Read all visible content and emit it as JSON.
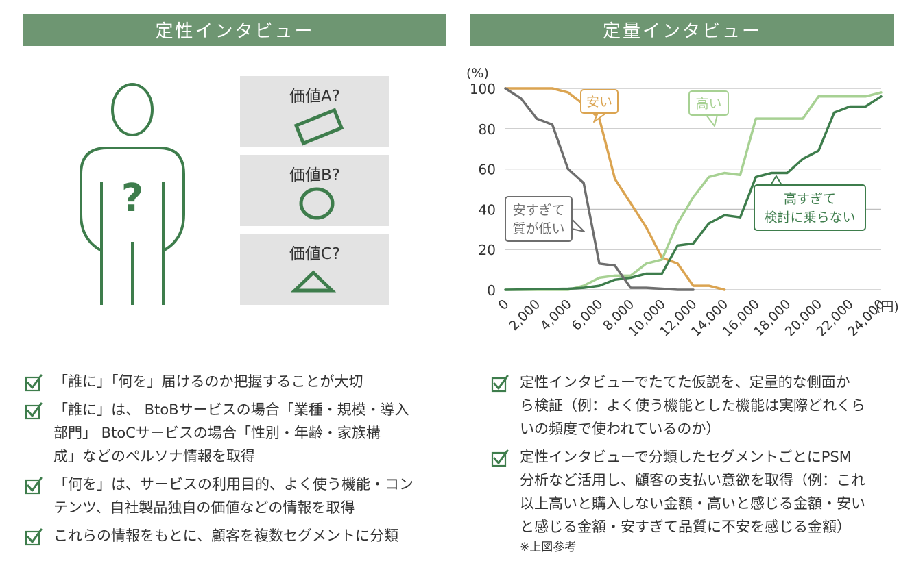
{
  "left_header": "定性インタビュー",
  "right_header": "定量インタビュー",
  "values": [
    {
      "label": "価値A?",
      "shape": "rectangle"
    },
    {
      "label": "価値B?",
      "shape": "circle"
    },
    {
      "label": "価値C?",
      "shape": "triangle"
    }
  ],
  "person_symbol": "?",
  "colors": {
    "header_bg": "#6e9672",
    "dark_green": "#3e7d4c",
    "light_green": "#a7d193",
    "orange": "#dba451",
    "gray": "#6e6e6e",
    "box_bg": "#e3e3e3"
  },
  "chart_data": {
    "type": "line",
    "ylabel": "(%)",
    "xunit": "(円)",
    "xlim": [
      0,
      24000
    ],
    "ylim": [
      0,
      100
    ],
    "yticks": [
      0,
      20,
      40,
      60,
      80,
      100
    ],
    "xticks": [
      "0",
      "2,000",
      "4,000",
      "6,000",
      "8,000",
      "10,000",
      "12,000",
      "14,000",
      "16,000",
      "18,000",
      "20,000",
      "22,000",
      "24,000"
    ],
    "grid": true,
    "series": [
      {
        "name": "安い",
        "color": "#dba451",
        "x": [
          0,
          2000,
          3000,
          4000,
          5000,
          6000,
          7000,
          8000,
          9000,
          10000,
          11000,
          12000,
          13000,
          14000
        ],
        "y": [
          100,
          100,
          100,
          98,
          92,
          85,
          55,
          43,
          31,
          16,
          13,
          2,
          2,
          0
        ]
      },
      {
        "name": "高い",
        "color": "#a7d193",
        "x": [
          0,
          4000,
          5000,
          6000,
          7000,
          8000,
          9000,
          10000,
          11000,
          12000,
          13000,
          14000,
          15000,
          16000,
          17000,
          18000,
          19000,
          20000,
          21000,
          22000,
          23000,
          24000
        ],
        "y": [
          0,
          0,
          2,
          6,
          7,
          7,
          13,
          15,
          33,
          46,
          56,
          58,
          57,
          85,
          85,
          85,
          85,
          96,
          96,
          96,
          96,
          98
        ]
      },
      {
        "name": "高すぎて検討に乗らない",
        "color": "#3e7d4c",
        "x": [
          0,
          4000,
          5000,
          6000,
          7000,
          8000,
          9000,
          10000,
          11000,
          12000,
          13000,
          14000,
          15000,
          16000,
          17000,
          18000,
          19000,
          20000,
          21000,
          22000,
          23000,
          24000
        ],
        "y": [
          0,
          0.5,
          1,
          2,
          5,
          6,
          8,
          8,
          22,
          23,
          33,
          37,
          36,
          56,
          58,
          58,
          65,
          69,
          88,
          91,
          91,
          96
        ]
      },
      {
        "name": "安すぎて質が低い",
        "color": "#6e6e6e",
        "x": [
          0,
          1000,
          2000,
          3000,
          4000,
          5000,
          6000,
          7000,
          8000,
          9000,
          10000,
          11000,
          12000
        ],
        "y": [
          100,
          95,
          85,
          82,
          60,
          53,
          13,
          12,
          1,
          1,
          0.5,
          0,
          0
        ]
      }
    ],
    "callouts": [
      {
        "series": 0,
        "lines": [
          "安い"
        ]
      },
      {
        "series": 1,
        "lines": [
          "高い"
        ]
      },
      {
        "series": 2,
        "lines": [
          "高すぎて",
          "検討に乗らない"
        ]
      },
      {
        "series": 3,
        "lines": [
          "安すぎて",
          "質が低い"
        ]
      }
    ]
  },
  "left_items": [
    [
      "「誰に」「何を」届けるのか把握することが大切"
    ],
    [
      "「誰に」は、 BtoBサービスの場合「業種・規模・導入",
      "部門」 BtoCサービスの場合「性別・年齢・家族構",
      "成」などのペルソナ情報を取得"
    ],
    [
      "「何を」は、サービスの利用目的、よく使う機能・コン",
      "テンツ、自社製品独自の価値などの情報を取得"
    ],
    [
      "これらの情報をもとに、顧客を複数セグメントに分類"
    ]
  ],
  "right_items": [
    [
      "定性インタビューでたてた仮説を、定量的な側面か",
      "ら検証（例：よく使う機能とした機能は実際どれくら",
      "いの頻度で使われているのか）"
    ],
    [
      "定性インタビューで分類したセグメントごとにPSM",
      "分析など活用し、顧客の支払い意欲を取得（例：これ",
      "以上高いと購入しない金額・高いと感じる金額・安い",
      "と感じる金額・安すぎて品質に不安を感じる金額）"
    ]
  ],
  "right_note": "※上図参考"
}
